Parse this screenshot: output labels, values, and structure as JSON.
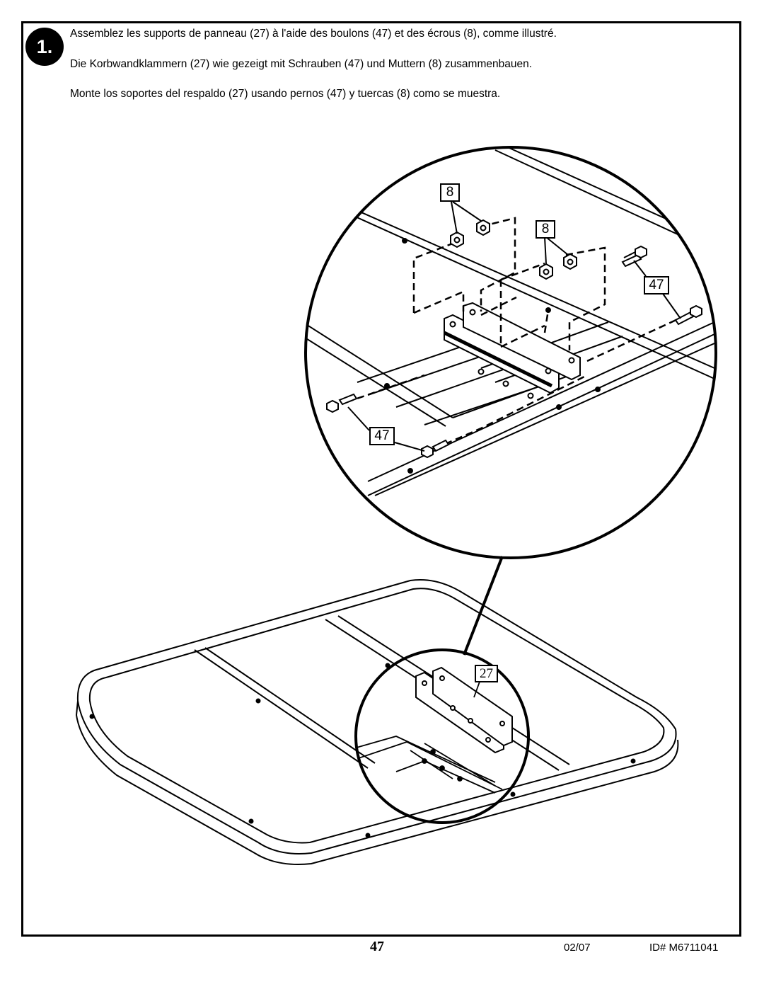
{
  "step": {
    "number": "1."
  },
  "instructions": {
    "fr": "Assemblez les supports de panneau (27) à l'aide des boulons (47) et des écrous (8), comme illustré.",
    "de": "Die Korbwandklammern (27) wie gezeigt mit Schrauben (47) und Muttern (8) zusammenbauen.",
    "es": "Monte los soportes del respaldo (27) usando pernos (47) y tuercas (8) como se muestra."
  },
  "callouts": {
    "nut_a": "8",
    "nut_b": "8",
    "bolt_right": "47",
    "bolt_left": "47",
    "bracket": "27"
  },
  "footer": {
    "page_number": "47",
    "date": "02/07",
    "doc_id": "ID# M6711041"
  },
  "icons": [
    "step-badge",
    "hex-nut-icon",
    "hex-bolt-icon",
    "bracket-plate-icon"
  ],
  "colors": {
    "ink": "#000000",
    "paper": "#ffffff"
  }
}
